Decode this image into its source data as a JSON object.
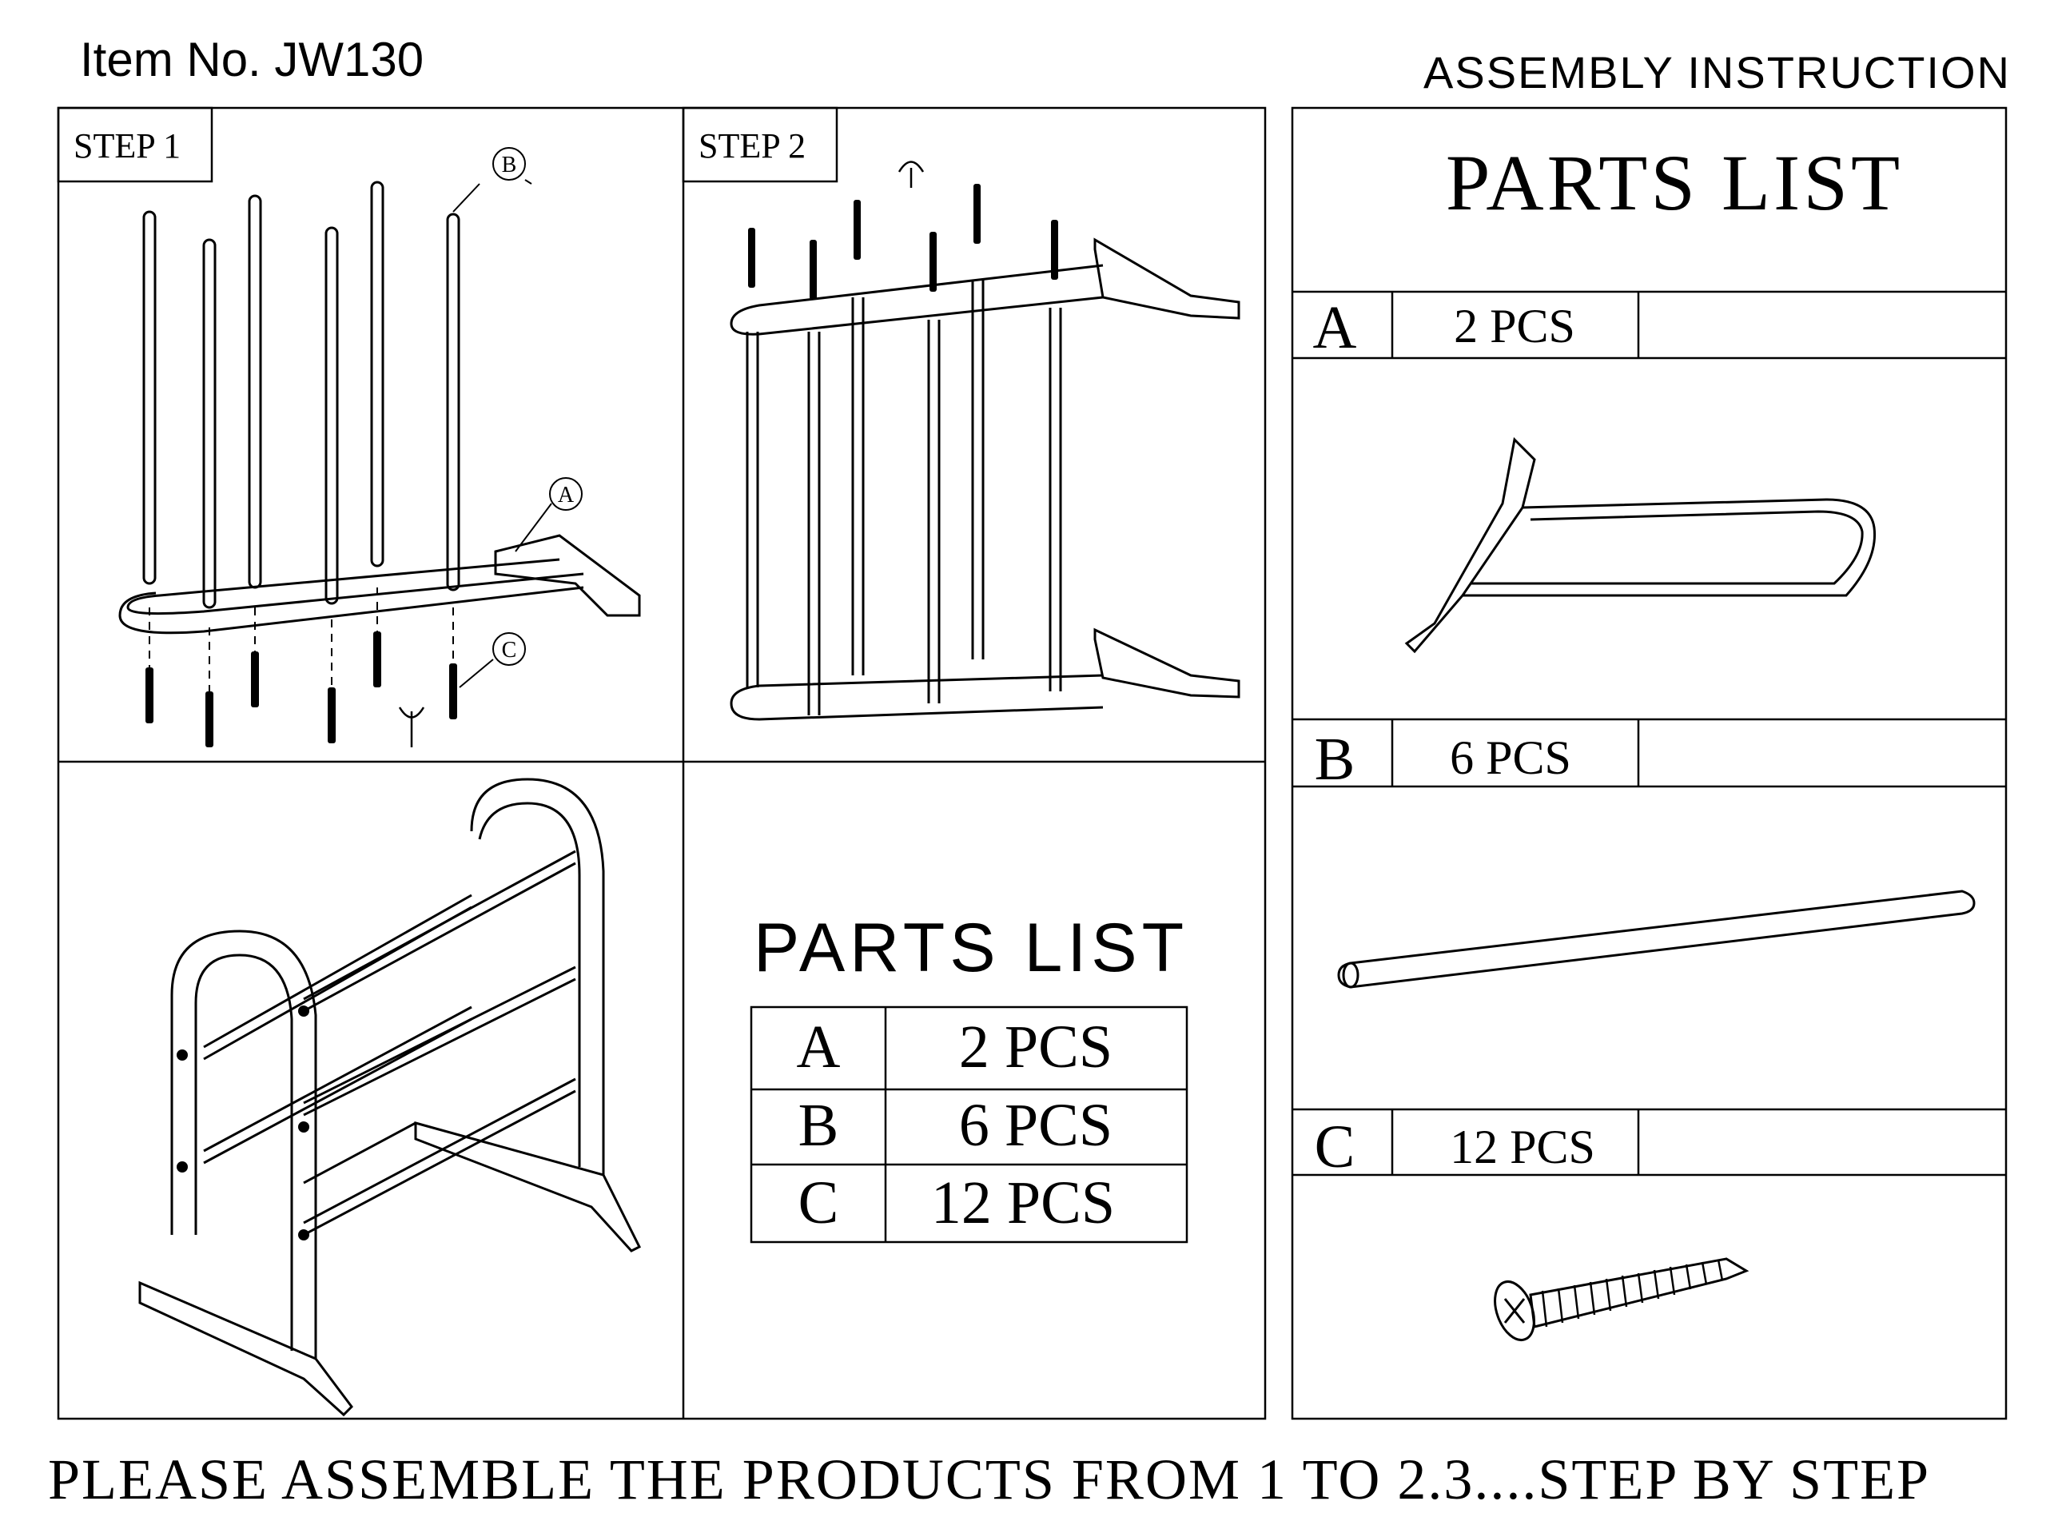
{
  "header": {
    "item_number": "Item No. JW130",
    "title": "ASSEMBLY INSTRUCTION"
  },
  "steps": {
    "step1": "STEP 1",
    "step2": "STEP 2"
  },
  "callouts": {
    "a": "A",
    "b": "B",
    "c": "C"
  },
  "mini_parts_list": {
    "heading": "PARTS LIST",
    "rows": [
      {
        "part": "A",
        "qty": "2 PCS"
      },
      {
        "part": "B",
        "qty": "6 PCS"
      },
      {
        "part": "C",
        "qty": "12 PCS"
      }
    ]
  },
  "parts_list": {
    "heading": "PARTS LIST",
    "items": [
      {
        "part": "A",
        "qty": "2 PCS",
        "icon": "u-frame-base-icon"
      },
      {
        "part": "B",
        "qty": "6 PCS",
        "icon": "dowel-rod-icon"
      },
      {
        "part": "C",
        "qty": "12 PCS",
        "icon": "screw-icon"
      }
    ]
  },
  "footer": {
    "instruction": "PLEASE ASSEMBLE THE PRODUCTS FROM 1 TO 2.3....STEP BY STEP"
  }
}
